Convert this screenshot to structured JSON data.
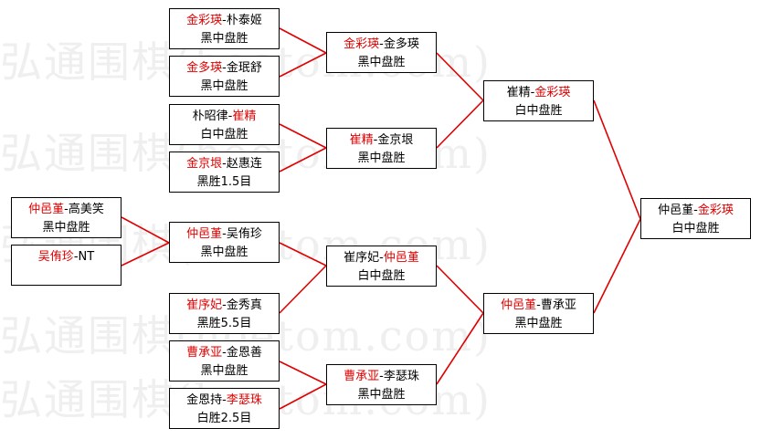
{
  "watermark": {
    "text": "弘通围棋(hoetom.com)"
  },
  "colors": {
    "winner": "#e00000",
    "line": "#e00000",
    "border": "#000000"
  },
  "matches": [
    {
      "p1": "金彩瑛",
      "sep": "-",
      "p2": "朴泰姬",
      "winner": 1,
      "result": "黑中盘胜"
    },
    {
      "p1": "金多瑛",
      "sep": "-",
      "p2": "金珉舒",
      "winner": 1,
      "result": "黑中盘胜"
    },
    {
      "p1": "朴昭律",
      "sep": "-",
      "p2": "崔精",
      "winner": 2,
      "result": "白中盘胜"
    },
    {
      "p1": "金京垠",
      "sep": "-",
      "p2": "赵惠连",
      "winner": 1,
      "result": "黑胜1.5目"
    },
    {
      "p1": "仲邑堇",
      "sep": "-",
      "p2": "高美笑",
      "winner": 1,
      "result": "黑中盘胜"
    },
    {
      "p1": "吴侑珍",
      "sep": "-",
      "p2": "NT",
      "winner": 1,
      "result": ""
    },
    {
      "p1": "崔序妃",
      "sep": "-",
      "p2": "金秀真",
      "winner": 1,
      "result": "黑胜5.5目"
    },
    {
      "p1": "曹承亚",
      "sep": "-",
      "p2": "金恩善",
      "winner": 1,
      "result": "黑中盘胜"
    },
    {
      "p1": "金恩持",
      "sep": "-",
      "p2": "李瑟珠",
      "winner": 2,
      "result": "白胜2.5目"
    },
    {
      "p1": "金彩瑛",
      "sep": "-",
      "p2": "金多瑛",
      "winner": 1,
      "result": "黑中盘胜"
    },
    {
      "p1": "崔精",
      "sep": "-",
      "p2": "金京垠",
      "winner": 1,
      "result": "黑中盘胜"
    },
    {
      "p1": "仲邑堇",
      "sep": "-",
      "p2": "吴侑珍",
      "winner": 1,
      "result": "黑中盘胜"
    },
    {
      "p1": "崔序妃",
      "sep": "-",
      "p2": "仲邑堇",
      "winner": 2,
      "result": "白中盘胜"
    },
    {
      "p1": "曹承亚",
      "sep": "-",
      "p2": "李瑟珠",
      "winner": 1,
      "result": "黑中盘胜"
    },
    {
      "p1": "崔精",
      "sep": "-",
      "p2": "金彩瑛",
      "winner": 2,
      "result": "白中盘胜"
    },
    {
      "p1": "仲邑堇",
      "sep": "-",
      "p2": "曹承亚",
      "winner": 1,
      "result": "黑中盘胜"
    },
    {
      "p1": "仲邑堇",
      "sep": "-",
      "p2": "金彩瑛",
      "winner": 2,
      "result": "白中盘胜"
    }
  ]
}
